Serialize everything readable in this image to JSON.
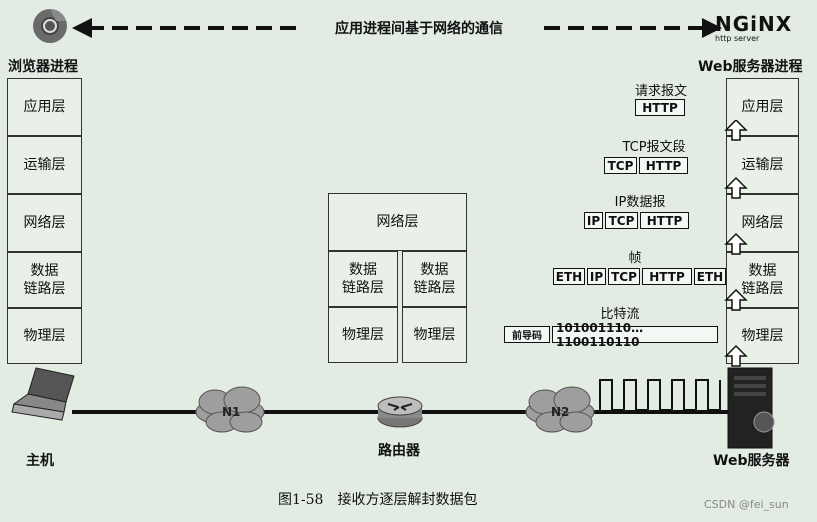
{
  "top_banner": {
    "label": "应用进程间基于网络的通信"
  },
  "nginx_logo": {
    "text": "NGiNX",
    "subtext": "http server"
  },
  "browser_stack": {
    "title": "浏览器进程",
    "layers": [
      "应用层",
      "运输层",
      "网络层",
      "数据\n链路层",
      "物理层"
    ]
  },
  "server_stack": {
    "title": "Web服务器进程",
    "layers": [
      "应用层",
      "运输层",
      "网络层",
      "数据\n链路层",
      "物理层"
    ]
  },
  "router_stack": {
    "network": "网络层",
    "left": {
      "datalink": "数据\n链路层",
      "physical": "物理层"
    },
    "right": {
      "datalink": "数据\n链路层",
      "physical": "物理层"
    }
  },
  "packets": [
    {
      "label": "请求报文",
      "fields": [
        "HTTP"
      ]
    },
    {
      "label": "TCP报文段",
      "fields": [
        "TCP",
        "HTTP"
      ]
    },
    {
      "label": "IP数据报",
      "fields": [
        "IP",
        "TCP",
        "HTTP"
      ]
    },
    {
      "label": "帧",
      "fields": [
        "ETH",
        "IP",
        "TCP",
        "HTTP",
        "ETH"
      ]
    },
    {
      "label": "比特流",
      "fields": [
        "前导码",
        "101001110…1100110110"
      ]
    }
  ],
  "devices": {
    "host": "主机",
    "router": "路由器",
    "server": "Web服务器"
  },
  "clouds": {
    "n1": "N1",
    "n2": "N2"
  },
  "caption": "图1-58　接收方逐层解封数据包",
  "watermark": "CSDN @fei_sun"
}
